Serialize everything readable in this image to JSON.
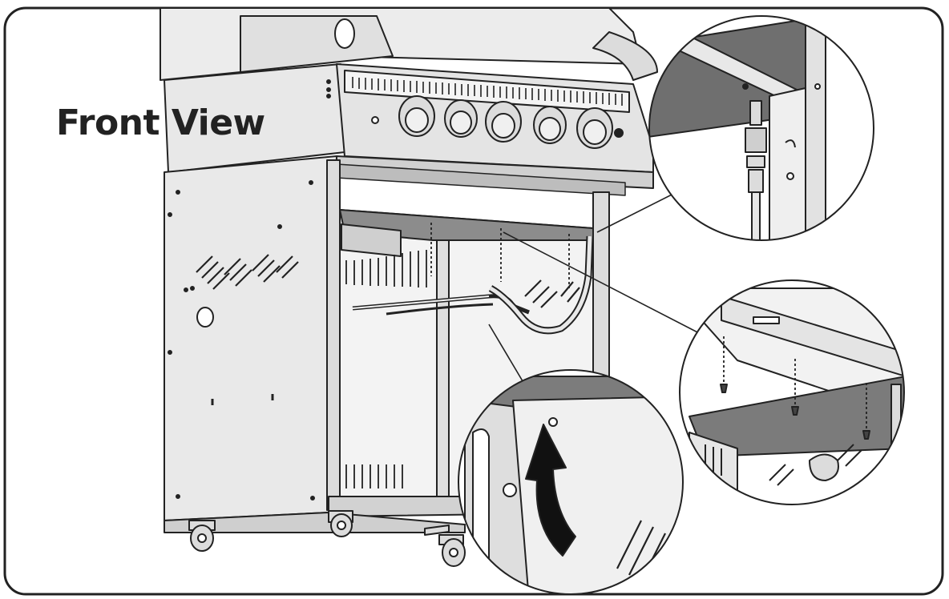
{
  "title": "Front View",
  "colors": {
    "line": "#222222",
    "metal": "#e6e6e6",
    "metal_light": "#f2f2f2",
    "shadow": "#9a9a9a",
    "dark_shadow": "#777777",
    "arrow": "#111111"
  },
  "callouts": [
    {
      "id": "hose-connection-detail",
      "icon": "zoom-circle-hose"
    },
    {
      "id": "screw-attachment-detail",
      "icon": "zoom-circle-screws"
    },
    {
      "id": "door-lift-detail",
      "icon": "zoom-circle-door-arrow"
    }
  ]
}
